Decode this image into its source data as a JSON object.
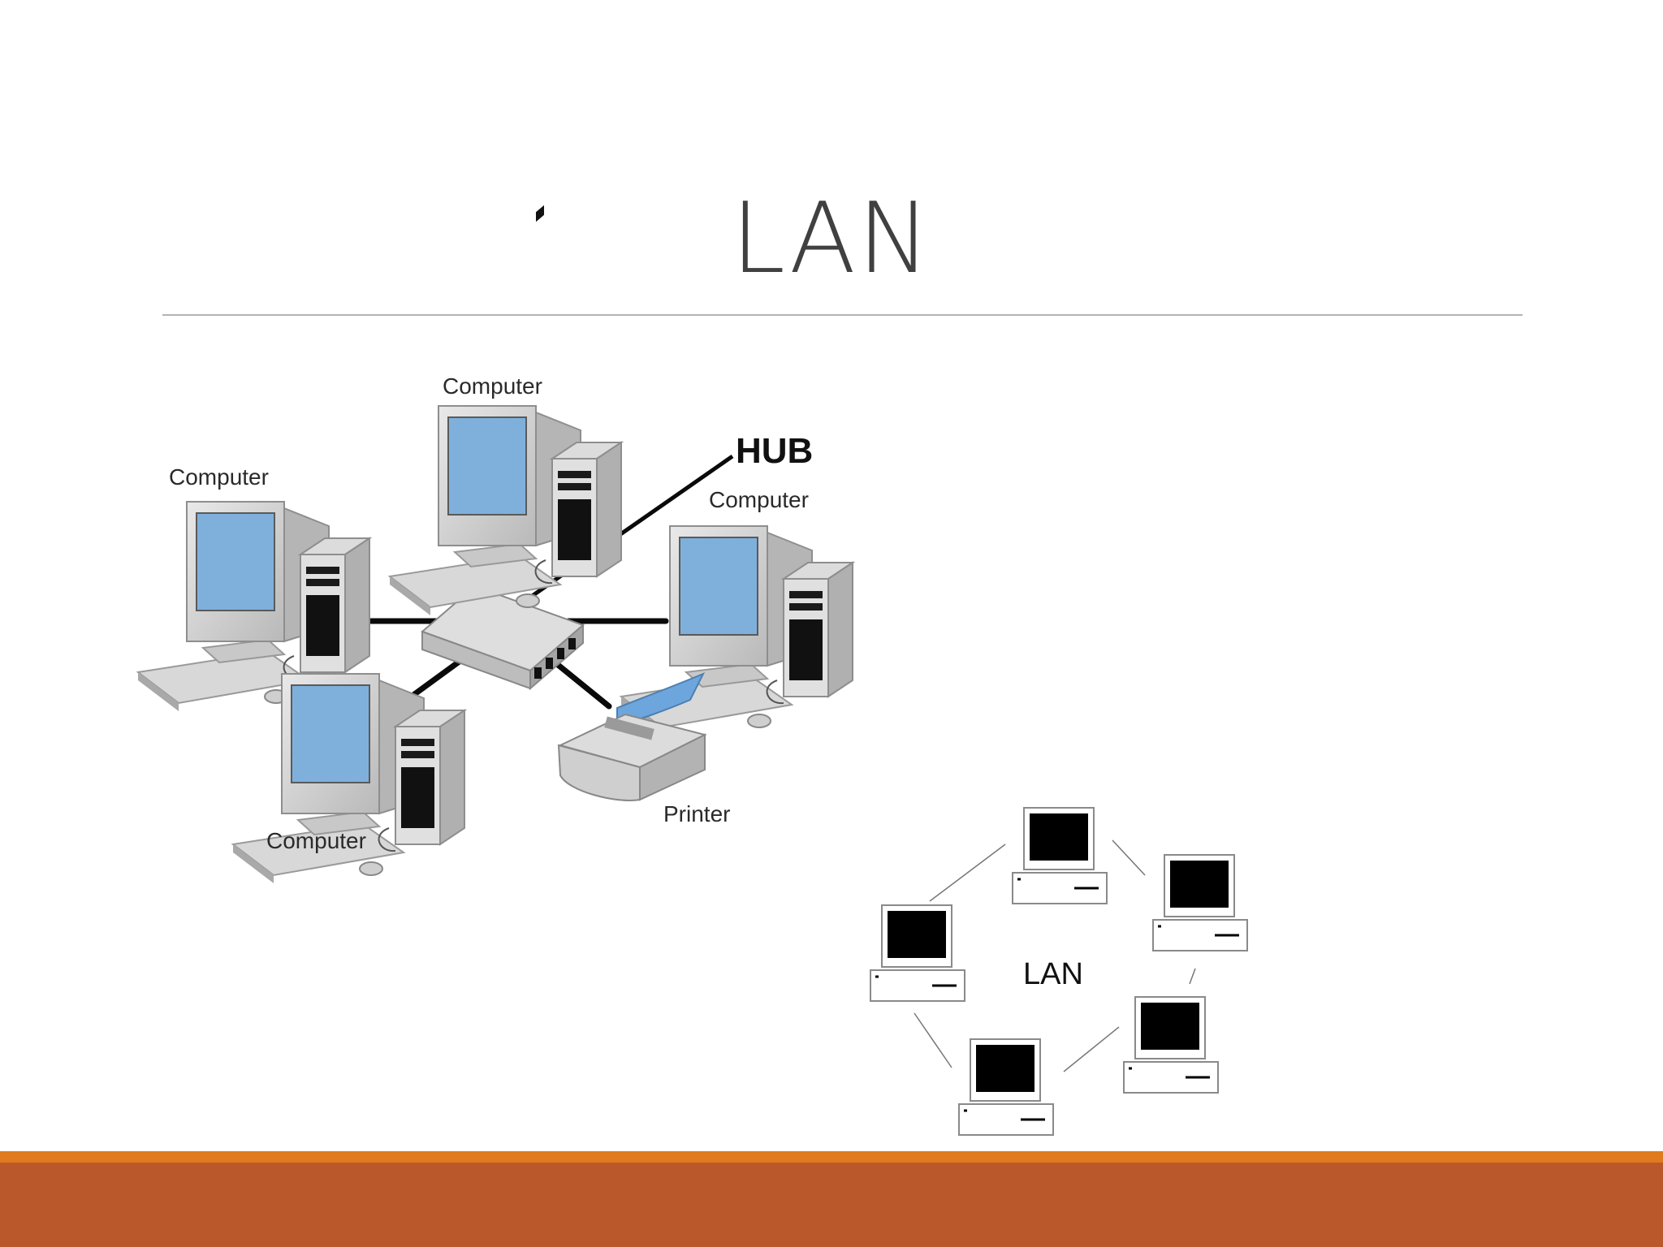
{
  "slide": {
    "title": "LAN"
  },
  "star_diagram": {
    "hub_label": "HUB",
    "computer_labels": [
      "Computer",
      "Computer",
      "Computer",
      "Computer"
    ],
    "printer_label": "Printer"
  },
  "ring_diagram": {
    "center_label": "LAN"
  },
  "colors": {
    "footer_orange": "#e07a1f",
    "footer_rust": "#bb582b",
    "title_text": "#404040",
    "screen_blue": "#7fb0dc"
  }
}
